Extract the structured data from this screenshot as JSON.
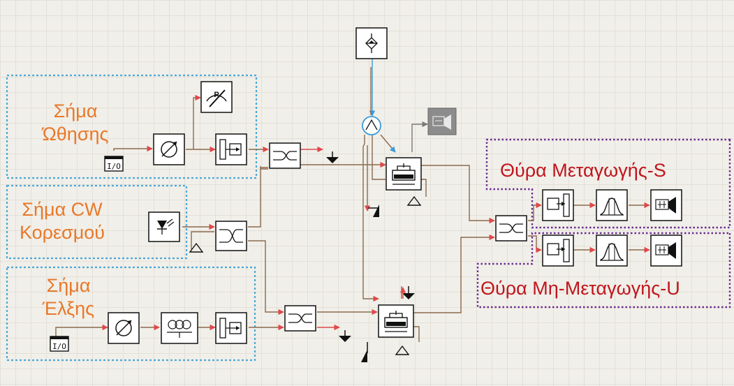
{
  "labels": {
    "push_signal": [
      "Σήμα",
      "Ώθησης"
    ],
    "cw_signal": [
      "Σήμα CW",
      "Κορεσμού"
    ],
    "pull_signal": [
      "Σήμα",
      "Έλξης"
    ],
    "switched_port": "Θύρα Μεταγωγής-S",
    "unswitched_port": "Θύρα Μη-Μεταγωγής-U"
  },
  "components": [
    {
      "id": "pulse-gen-push",
      "icon": "I/O"
    },
    {
      "id": "pulse-gen-pull",
      "icon": "I/O"
    }
  ],
  "colors": {
    "orange_label": "#e8792a",
    "red_label": "#c0161d",
    "cyan_frame": "#4aa8d8",
    "purple_frame": "#6a2c91",
    "wire": "#8a6a4e",
    "arrow_red": "#e0484a",
    "arrow_blue": "#3d9ad8"
  }
}
